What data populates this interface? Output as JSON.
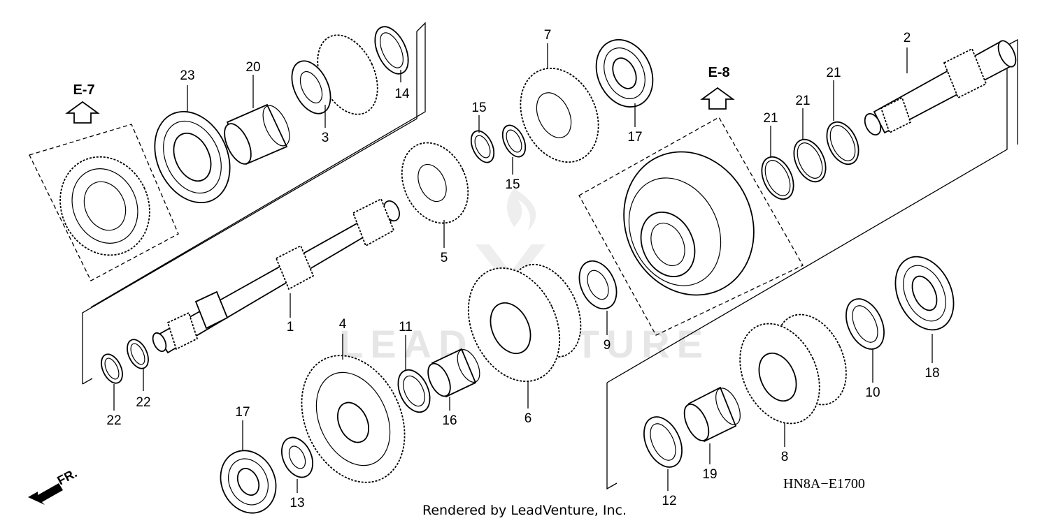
{
  "refs": {
    "e7": "E-7",
    "e8": "E-8"
  },
  "callouts": {
    "c1": "1",
    "c2": "2",
    "c3": "3",
    "c4": "4",
    "c5": "5",
    "c6": "6",
    "c7": "7",
    "c8": "8",
    "c9": "9",
    "c10": "10",
    "c11": "11",
    "c12": "12",
    "c13": "13",
    "c14": "14",
    "c15a": "15",
    "c15b": "15",
    "c16": "16",
    "c17a": "17",
    "c17b": "17",
    "c18": "18",
    "c19": "19",
    "c20": "20",
    "c21a": "21",
    "c21b": "21",
    "c21c": "21",
    "c22a": "22",
    "c22b": "22",
    "c23": "23"
  },
  "front_label": "FR.",
  "diagram_code": "HN8A−E1700",
  "credit": "Rendered by LeadVenture, Inc.",
  "watermark": "LEADVENTURE"
}
